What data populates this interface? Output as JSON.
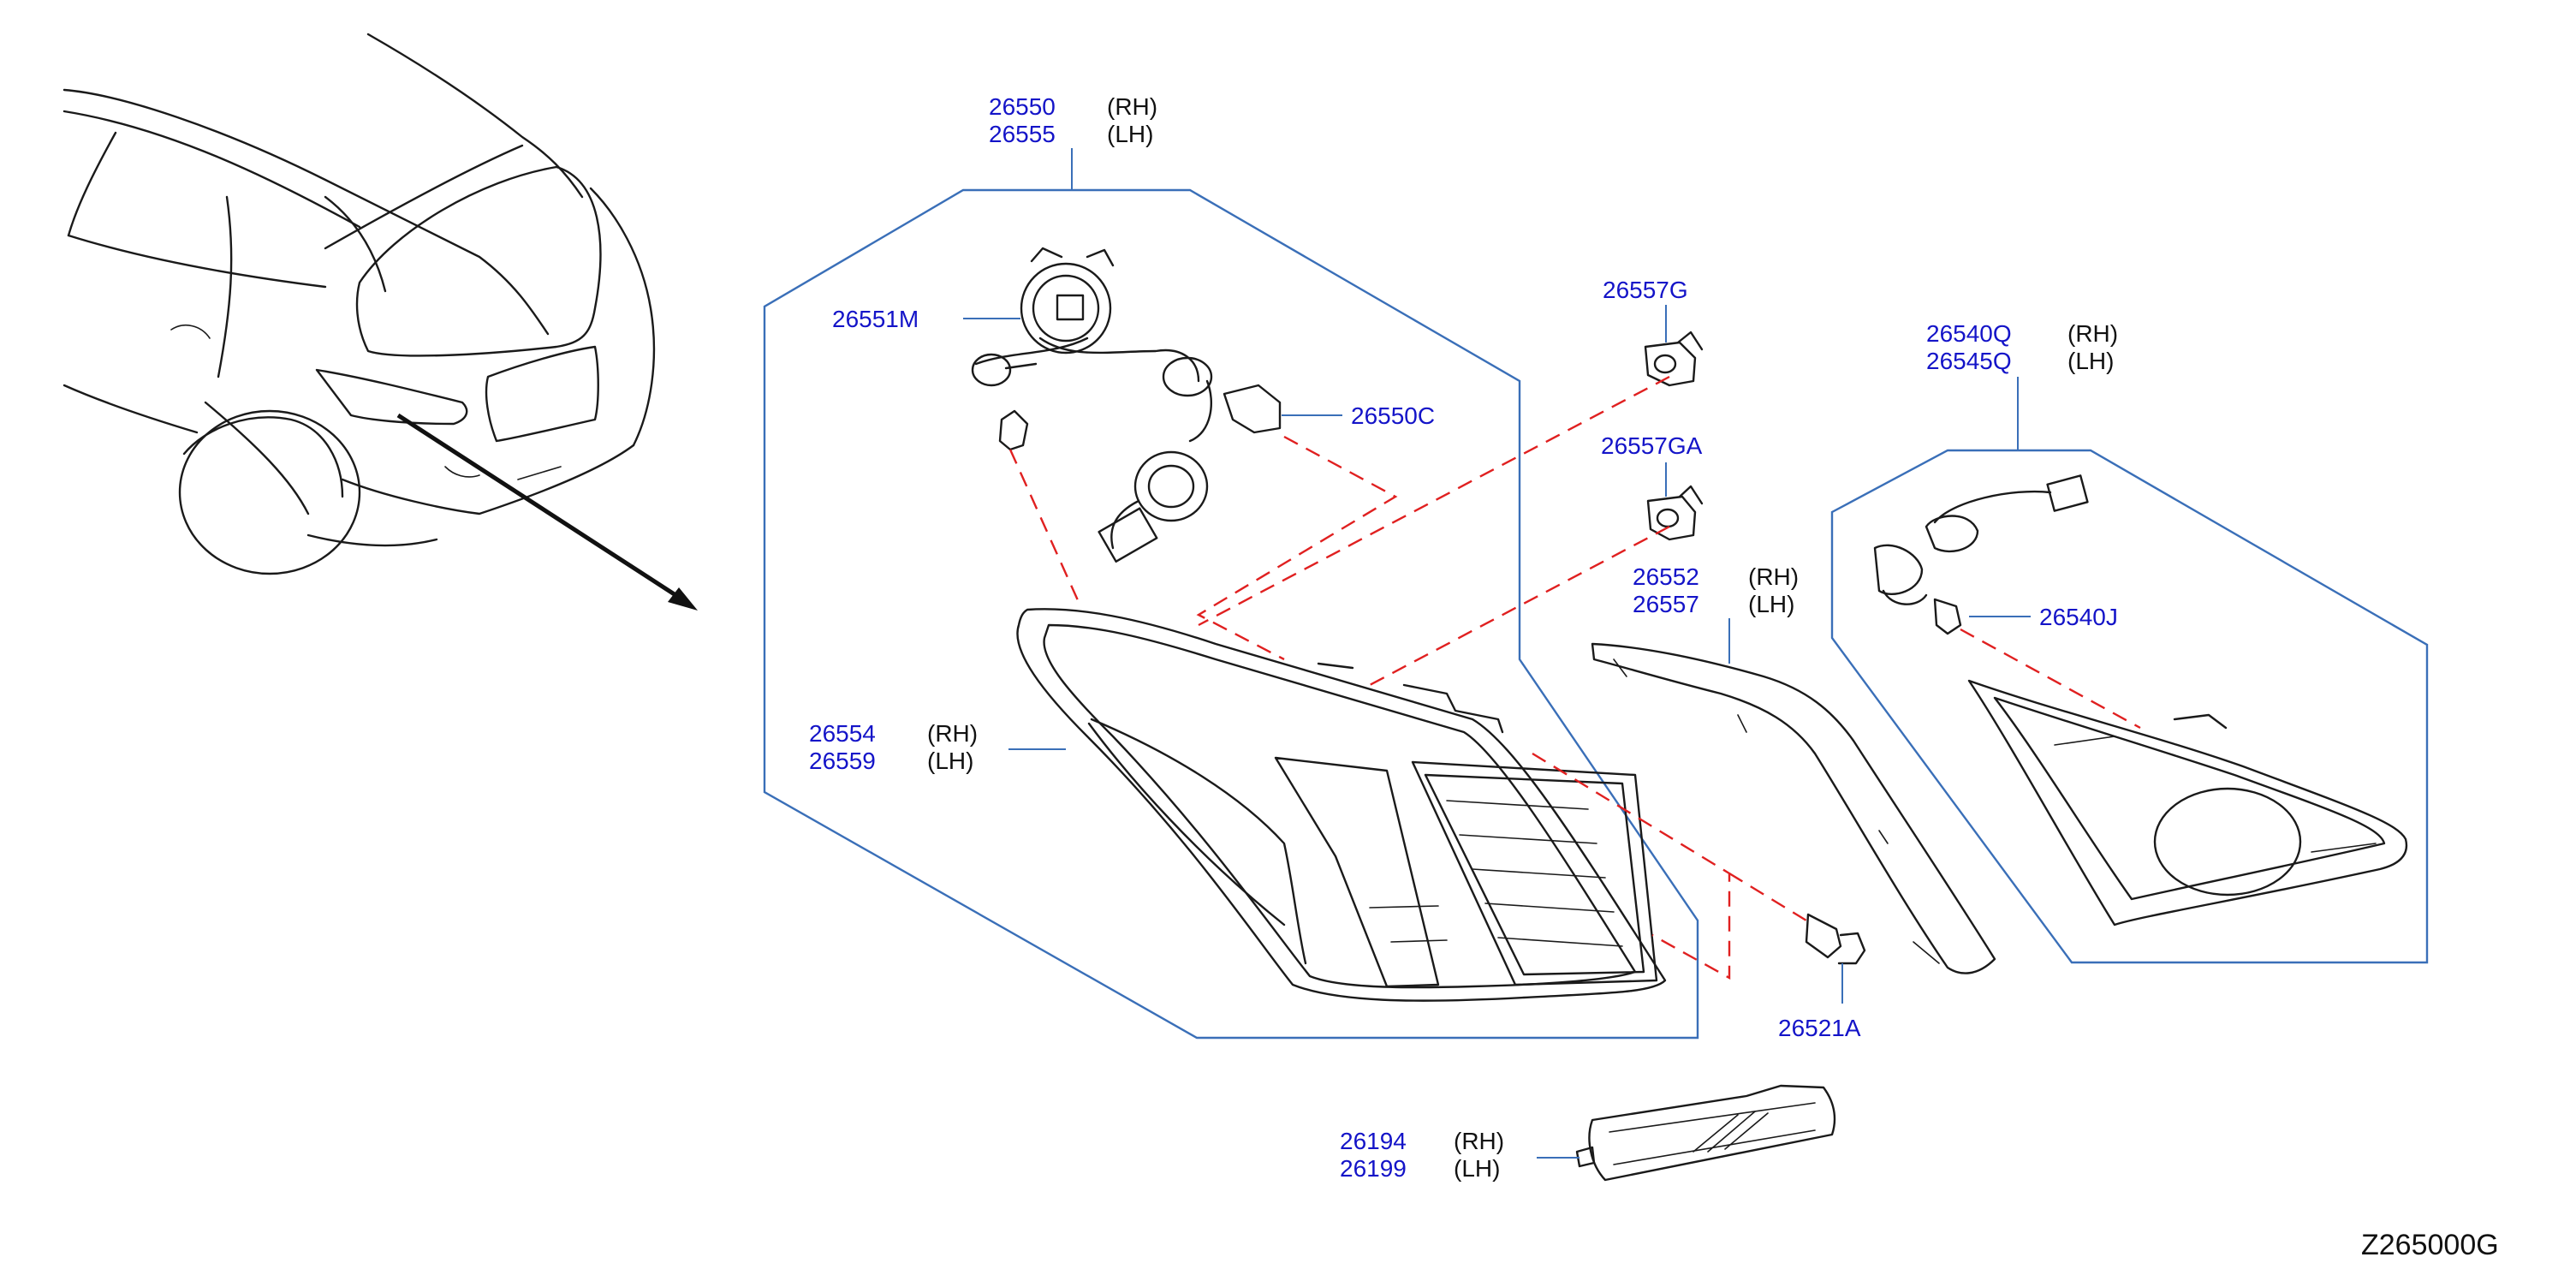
{
  "diagram_code": "Z265000G",
  "side_labels": {
    "rh": "(RH)",
    "lh": "(LH)"
  },
  "parts": {
    "p26550": "26550",
    "p26555": "26555",
    "p26551M": "26551M",
    "p26550C": "26550C",
    "p26557G": "26557G",
    "p26557GA": "26557GA",
    "p26540Q": "26540Q",
    "p26545Q": "26545Q",
    "p26552": "26552",
    "p26557": "26557",
    "p26540J": "26540J",
    "p26554": "26554",
    "p26559": "26559",
    "p26521A": "26521A",
    "p26194": "26194",
    "p26199": "26199"
  },
  "colors": {
    "part_number": "#1414c8",
    "outline": "#3a6fb8",
    "exploded_line": "#e02020",
    "drawing": "#1a1a1a"
  }
}
